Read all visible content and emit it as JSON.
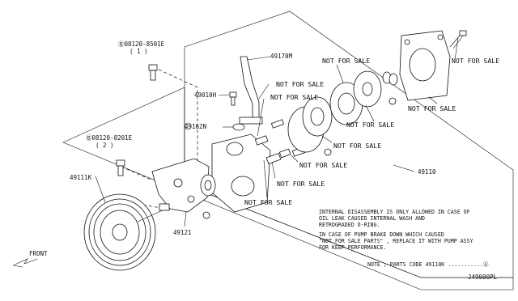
{
  "labels": {
    "bolt_top_code": "Ⓑ08120-8501E",
    "bolt_top_qty": "( 1 )",
    "bolt_left_code": "Ⓑ08120-8201E",
    "bolt_left_qty": "( 2 )",
    "hose_49170m": "49170M",
    "part_49010h": "49010H",
    "part_49162n": "49162N",
    "pulley_49111k": "49111K",
    "bracket_49121": "49121",
    "assy_49110": "49110",
    "circle_marker": "a"
  },
  "not_for_sale": [
    "NOT FOR SALE",
    "NOT FOR SALE",
    "NOT FOR SALE",
    "NOT FOR SALE",
    "NOT FOR SALE",
    "NOT FOR SALE",
    "NOT FOR SALE",
    "NOT FOR SALE",
    "NOT FOR SALE",
    "NOT FOR SALE"
  ],
  "notes": {
    "line1": "INTERNAL DISASSEMBLY IS ONLY ALLOWED IN CASE OF",
    "line2": "OIL LEAK CAUSED INTERNAL WASH AND",
    "line3": "RETROGRADED O-RING.",
    "line4": "IN CASE OF PUMP BRAKE DOWN WHICH CAUSED",
    "line5": "\"NOT FOR SALE PARTS\" , REPLACE IT WITH PUMP ASSY",
    "line6": "FOR KEEP PERFORMANCE.",
    "parts_code": "NOTE ; PARTS CODE 49110K ...........Ⓐ"
  },
  "front_label": "FRONT",
  "diagram_id": "J49000PL"
}
